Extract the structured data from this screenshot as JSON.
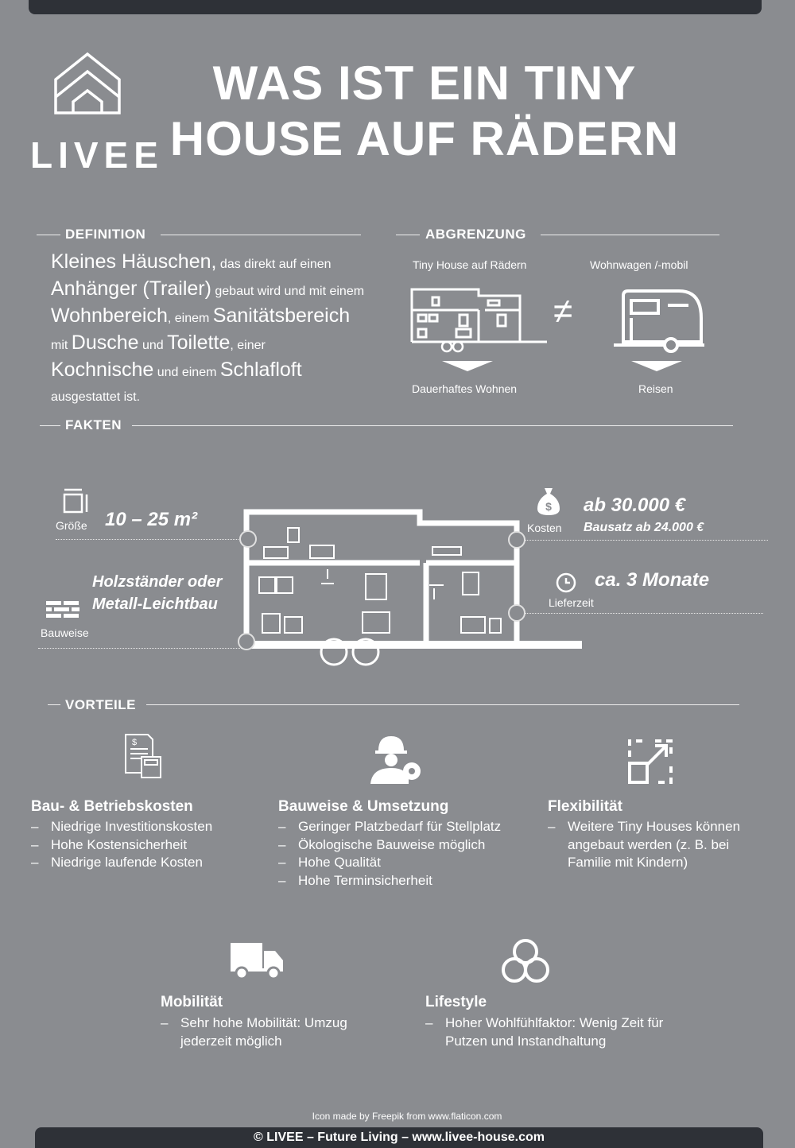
{
  "brand": {
    "logo_text": "LIVEE"
  },
  "title": {
    "line1": "WAS IST EIN TINY",
    "line2": "HOUSE AUF RÄDERN"
  },
  "definition": {
    "heading": "DEFINITION",
    "parts": [
      {
        "text": "Kleines Häuschen,",
        "big": true
      },
      {
        "text": " das direkt auf einen ",
        "big": false
      },
      {
        "text": "Anhänger (Trailer)",
        "big": true
      },
      {
        "text": " gebaut wird und mit einem ",
        "big": false
      },
      {
        "text": "Wohnbereich",
        "big": true
      },
      {
        "text": ", einem ",
        "big": false
      },
      {
        "text": "Sanitätsbereich",
        "big": true
      },
      {
        "text": " mit ",
        "big": false
      },
      {
        "text": "Dusche",
        "big": true
      },
      {
        "text": " und ",
        "big": false
      },
      {
        "text": "Toilette",
        "big": true
      },
      {
        "text": ", einer ",
        "big": false
      },
      {
        "text": "Kochnische",
        "big": true
      },
      {
        "text": " und einem ",
        "big": false
      },
      {
        "text": "Schlafloft",
        "big": true
      },
      {
        "text": " ausgestattet ist.",
        "big": false
      }
    ]
  },
  "abgrenzung": {
    "heading": "ABGRENZUNG",
    "left_label": "Tiny House auf Rädern",
    "right_label": "Wohnwagen /-mobil",
    "not_equal": "≠",
    "left_caption": "Dauerhaftes Wohnen",
    "right_caption": "Reisen",
    "icons": [
      "tiny-house-icon",
      "caravan-icon",
      "arrow-down-icon"
    ]
  },
  "fakten": {
    "heading": "FAKTEN",
    "groesse": {
      "label": "Größe",
      "value": "10 – 25 m²",
      "icon": "size-icon"
    },
    "kosten": {
      "label": "Kosten",
      "value": "ab 30.000 €",
      "sub": "Bausatz ab 24.000 €",
      "icon": "money-bag-icon"
    },
    "bauweise": {
      "label": "Bauweise",
      "value_line1": "Holzständer oder",
      "value_line2": "Metall-Leichtbau",
      "icon": "brick-wall-icon"
    },
    "lieferzeit": {
      "label": "Lieferzeit",
      "value": "ca. 3 Monate",
      "icon": "clock-icon"
    }
  },
  "vorteile": {
    "heading": "VORTEILE",
    "columns": [
      {
        "title": "Bau- & Betriebskosten",
        "icon": "invoice-calculator-icon",
        "items": [
          "Niedrige Investitionskosten",
          "Hohe Kostensicherheit",
          "Niedrige laufende Kosten"
        ]
      },
      {
        "title": "Bauweise & Umsetzung",
        "icon": "worker-gear-icon",
        "items": [
          "Geringer Platzbedarf für Stellplatz",
          "Ökologische Bauweise möglich",
          "Hohe Qualität",
          "Hohe Terminsicherheit"
        ]
      },
      {
        "title": "Flexibilität",
        "icon": "expand-icon",
        "items": [
          "Weitere Tiny Houses können angebaut werden (z. B. bei Familie mit Kindern)"
        ]
      },
      {
        "title": "Mobilität",
        "icon": "truck-icon",
        "items": [
          "Sehr hohe Mobilität: Umzug jederzeit möglich"
        ]
      },
      {
        "title": "Lifestyle",
        "icon": "trefoil-icon",
        "items": [
          "Hoher Wohlfühlfaktor: Wenig Zeit für Putzen und Instandhaltung"
        ]
      }
    ]
  },
  "credit": "Icon made by Freepik from www.flaticon.com",
  "footer": "© LIVEE – Future Living – www.livee-house.com"
}
